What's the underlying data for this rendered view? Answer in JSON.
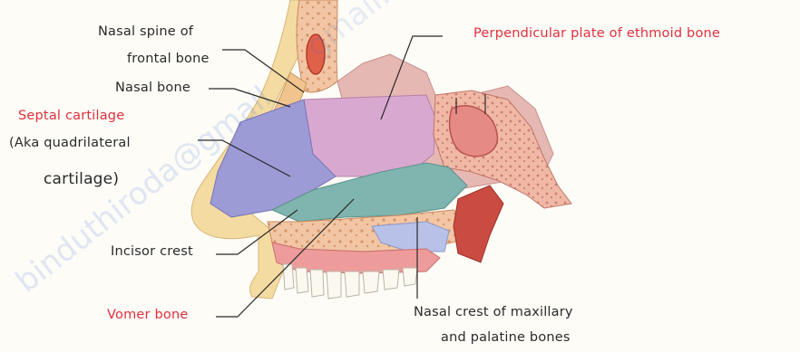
{
  "labels": {
    "nasal_spine_1": "Nasal spine of",
    "nasal_spine_2": "frontal bone",
    "nasal_bone": "Nasal bone",
    "septal_cartilage": "Septal cartilage",
    "aka_1": "(Aka quadrilateral",
    "aka_2": "cartilage)",
    "incisor_crest": "Incisor crest",
    "vomer_bone": "Vomer bone",
    "perpendicular_plate": "Perpendicular plate of ethmoid bone",
    "nasal_crest_1": "Nasal crest of maxillary",
    "nasal_crest_2": "and palatine bones"
  },
  "watermark": {
    "text_a": "binduthiroda@gmail",
    "text_b": "gmail.com"
  },
  "colors": {
    "label_text": "#2a2a2a",
    "highlight_red": "#e0303c",
    "watermark_blue": "#1f5bd6",
    "bone_tan": "#f2c9a4",
    "cartilage_purple": "#9d9bd6",
    "ethmoid_pink": "#d9a8d0",
    "vomer_teal": "#7fb5ae",
    "mucosa_red": "#c94b42",
    "skin_yellow": "#f4dba1"
  }
}
